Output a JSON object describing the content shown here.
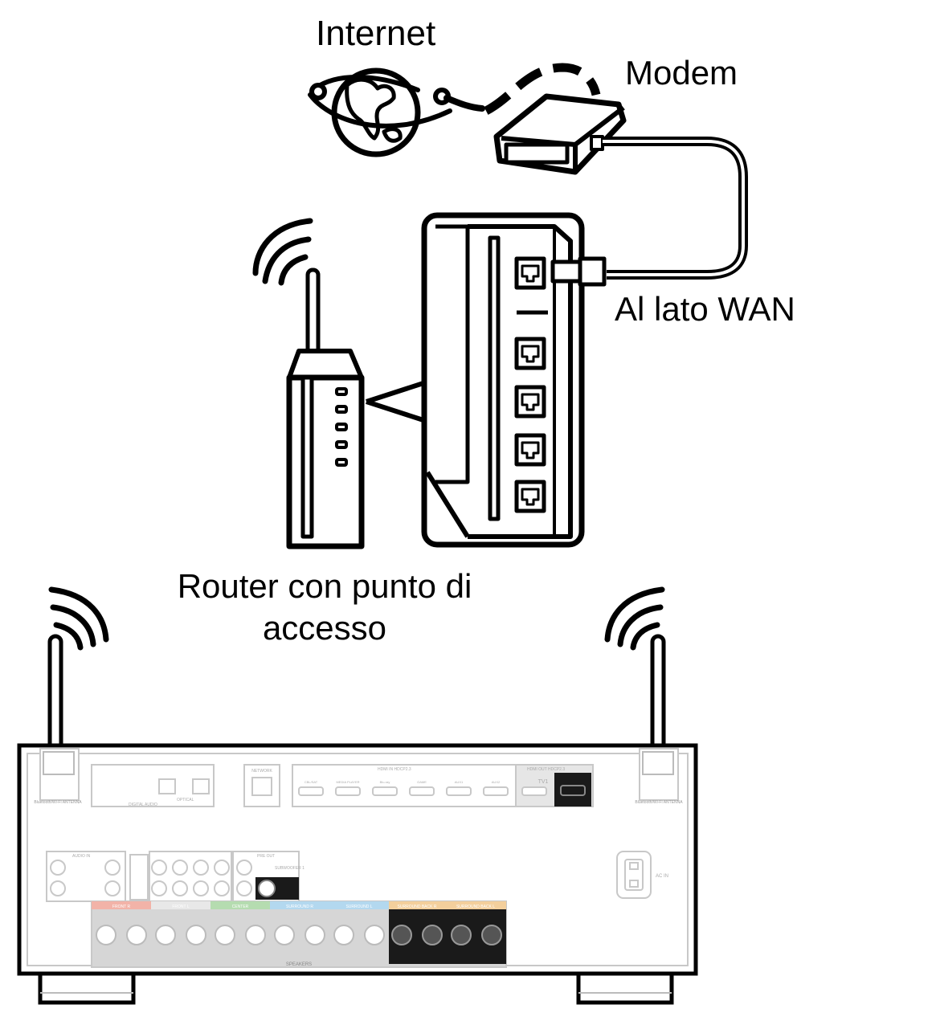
{
  "labels": {
    "internet": "Internet",
    "modem": "Modem",
    "wan_side": "Al lato WAN",
    "router": "Router con punto di accesso"
  },
  "receiver": {
    "antenna_label": "Bluetooth/Wi-Fi ANTENNA",
    "network_label": "NETWORK",
    "digital_audio_label": "DIGITAL AUDIO",
    "optical_label": "OPTICAL",
    "hdmi_in_label": "HDMI IN HDCP2.3",
    "hdmi_out_label": "HDMI OUT HDCP2.3",
    "hdmi_inputs": [
      "CBL/SAT",
      "MEDIA PLAYER",
      "Blu-ray",
      "GAME",
      "AUX1",
      "AUX2"
    ],
    "tv1_label": "TV1",
    "audio_in_label": "AUDIO IN",
    "pre_out_label": "PRE OUT",
    "subwoofer_label": "SUBWOOFER 1",
    "ac_in_label": "AC IN",
    "speakers_label": "SPEAKERS",
    "speaker_groups": [
      "FRONT R",
      "FRONT L",
      "CENTER",
      "SURROUND R",
      "SURROUND L",
      "SURROUND BACK R",
      "SURROUND BACK L"
    ]
  },
  "colors": {
    "line": "#000000",
    "panel_gray": "#c8c8c8",
    "front_r": "#f2b3a8",
    "center": "#b5dcb0",
    "surround": "#b3d8ef",
    "surround_back": "#f3cf9c",
    "highlight": "#1a1a1a"
  }
}
